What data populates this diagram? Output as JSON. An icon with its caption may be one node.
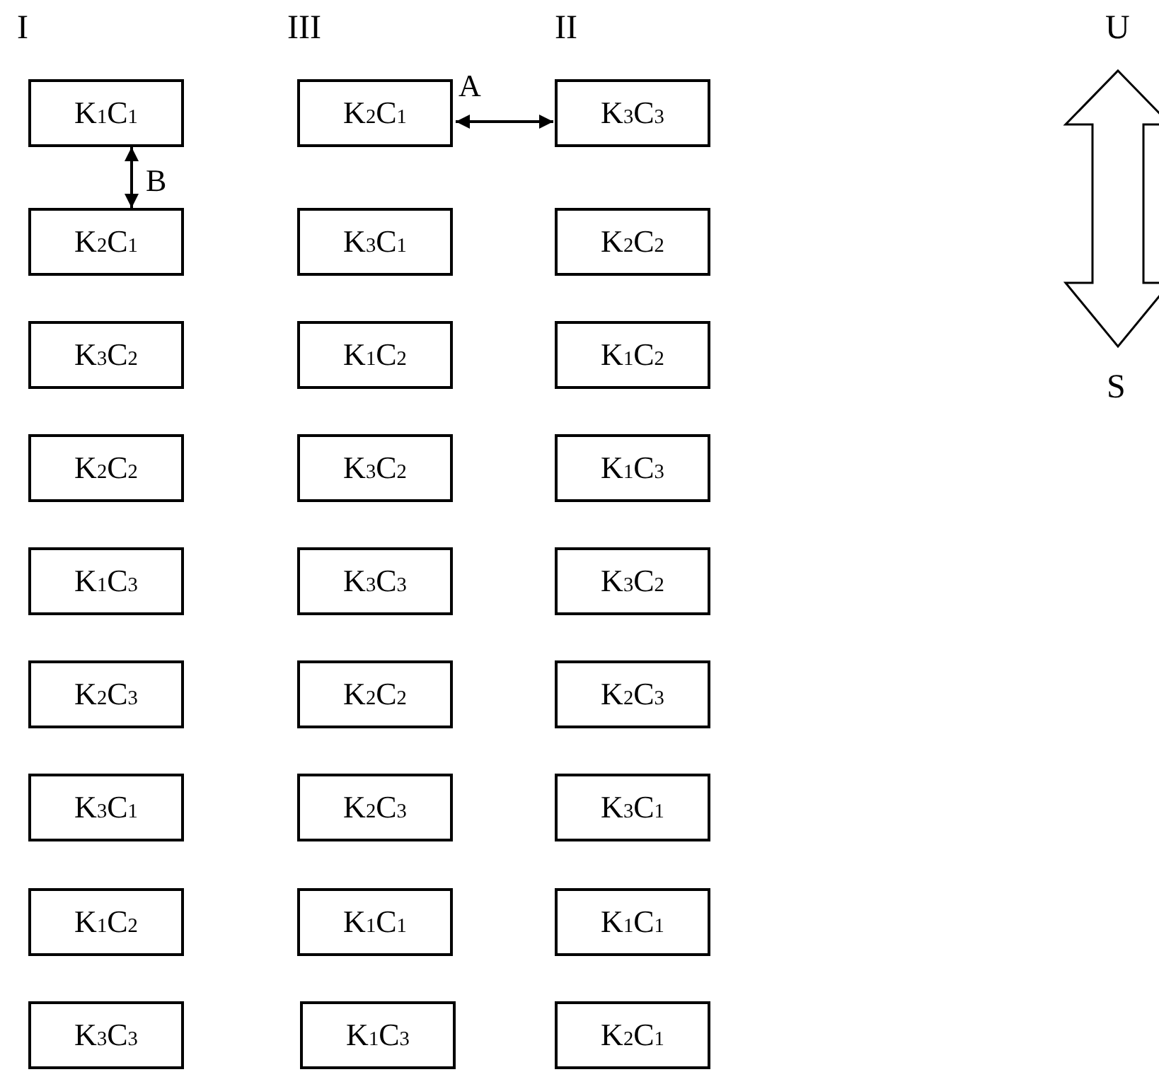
{
  "diagram": {
    "nodes": [
      {
        "text": [
          "K$_{1}$C$_{1}$"
        ]
      },
      {
        "text": [
          "K$_{2}$C$_{1}$"
        ]
      },
      {
        "text": [
          "K$_{3}$C$_{3}$"
        ]
      },
      {
        "text": [
          "K$_{2}$C$_{1}$"
        ]
      },
      {
        "text": [
          "K$_{3}$C$_{1}$"
        ]
      },
      {
        "text": [
          "K$_{2}$C$_{2}$"
        ]
      },
      {
        "text": [
          "K$_{3}$C$_{2}$"
        ]
      },
      {
        "text": [
          "K$_{1}$C$_{2}$"
        ]
      },
      {
        "text": [
          "K$_{1}$C$_{2}$"
        ]
      },
      {
        "text": [
          "K$_{2}$C$_{2}$"
        ]
      },
      {
        "text": [
          "K$_{3}$C$_{2}$"
        ]
      },
      {
        "text": [
          "K$_{1}$C$_{3}$"
        ]
      },
      {
        "text": [
          "K$_{1}$C$_{3}$"
        ]
      },
      {
        "text": [
          "K$_{3}$C$_{3}$"
        ]
      },
      {
        "text": [
          "K$_{3}$C$_{2}$"
        ]
      },
      {
        "text": [
          "K$_{2}$C$_{3}$"
        ]
      },
      {
        "text": [
          "K$_{2}$C$_{2}$"
        ]
      },
      {
        "text": [
          "K$_{2}$C$_{3}$"
        ]
      },
      {
        "text": [
          "K$_{3}$C$_{1}$"
        ]
      },
      {
        "text": [
          "K$_{2}$C$_{3}$"
        ]
      },
      {
        "text": [
          "K$_{3}$C$_{1}$"
        ]
      },
      {
        "text": [
          "K$_{1}$C$_{2}$"
        ]
      },
      {
        "text": [
          "K$_{1}$C$_{1}$"
        ]
      },
      {
        "text": [
          "K$_{1}$C$_{1}$"
        ]
      },
      {
        "text": [
          "K$_{3}$C$_{3}$"
        ]
      },
      {
        "text": [
          "K$_{1}$C$_{3}$"
        ]
      },
      {
        "text": [
          "K$_{2}$C$_{1}$"
        ]
      }
    ],
    "edges": [
      {
        "from": 1,
        "to": 2,
        "arrow": "both",
        "label": "A"
      },
      {
        "from": 0,
        "to": 3,
        "arrow": "both",
        "label": "B"
      }
    ],
    "labels": [
      "I",
      "III",
      "II",
      "U",
      "S"
    ]
  }
}
